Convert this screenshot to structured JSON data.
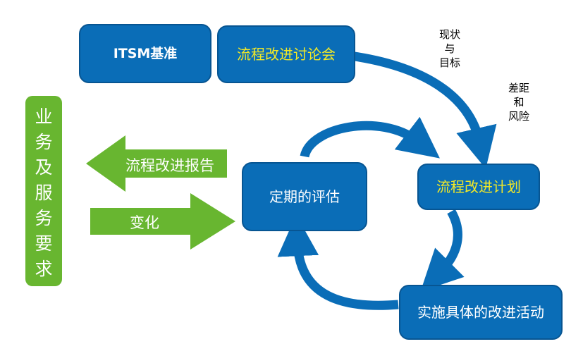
{
  "boxes": {
    "itsm": "ITSM基准",
    "discussion": "流程改进讨论会",
    "review": "定期的评估",
    "plan": "流程改进计划",
    "activities": "实施具体的改进活动"
  },
  "side_bar": {
    "label": "业务及服务要求"
  },
  "left_arrows": {
    "report": "流程改进报告",
    "change": "变化"
  },
  "notes": {
    "current_target": "现状\n与\n目标",
    "gap_risk": "差距\n和\n风险"
  },
  "colors": {
    "box_blue": "#0a6db7",
    "cycle_arrow_blue": "#0a6db7",
    "green": "#68b630",
    "highlight_text": "#f3e926"
  }
}
